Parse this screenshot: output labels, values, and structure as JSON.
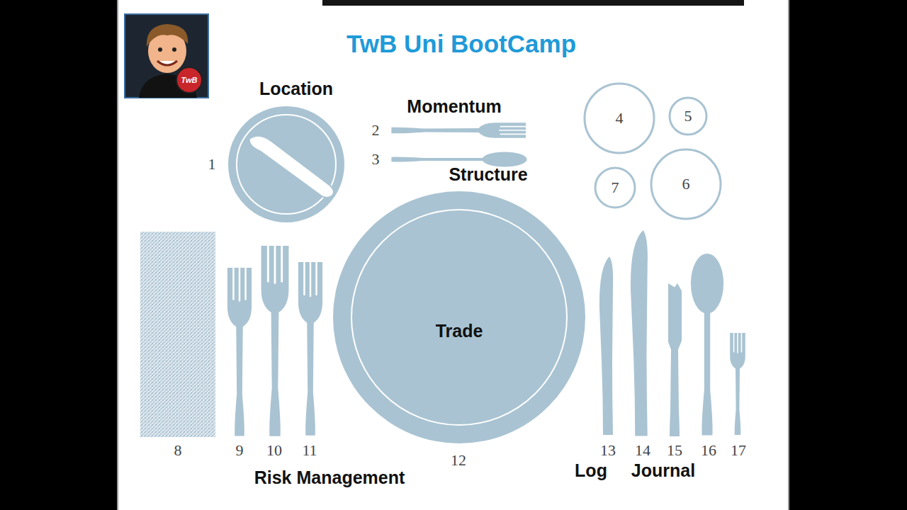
{
  "diagram": {
    "title": "TwB Uni BootCamp",
    "nodes": [
      {
        "text": [
          "4"
        ]
      },
      {
        "text": [
          "5"
        ]
      },
      {
        "text": [
          "7"
        ]
      },
      {
        "text": [
          "6"
        ]
      },
      {
        "text": [
          "Trade"
        ]
      }
    ],
    "labels": [
      "TwB",
      "Location",
      "1",
      "Momentum",
      "2",
      "3",
      "Structure",
      "8",
      "9",
      "10",
      "11",
      "12",
      "13",
      "14",
      "15",
      "16",
      "17",
      "Risk Management",
      "Log",
      "Journal"
    ]
  }
}
